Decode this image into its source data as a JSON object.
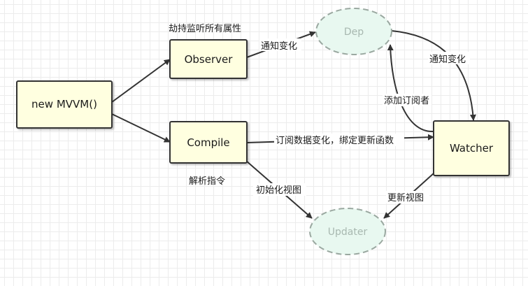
{
  "diagram": {
    "nodes": {
      "mvvm": {
        "label": "new MVVM()"
      },
      "observer": {
        "label": "Observer"
      },
      "compile": {
        "label": "Compile"
      },
      "dep": {
        "label": "Dep"
      },
      "watcher": {
        "label": "Watcher"
      },
      "updater": {
        "label": "Updater"
      }
    },
    "labels": {
      "observer_caption": "劫持监听所有属性",
      "compile_caption": "解析指令",
      "observer_to_dep": "通知变化",
      "dep_to_watcher": "通知变化",
      "watcher_to_dep": "添加订阅者",
      "compile_to_watcher": "订阅数据变化，绑定更新函数",
      "compile_to_updater": "初始化视图",
      "watcher_to_updater": "更新视图"
    },
    "colors": {
      "box_fill": "#ffffe0",
      "ellipse_fill": "#e8f8f0",
      "ellipse_stroke": "#9aa8a0",
      "line": "#333333"
    }
  }
}
